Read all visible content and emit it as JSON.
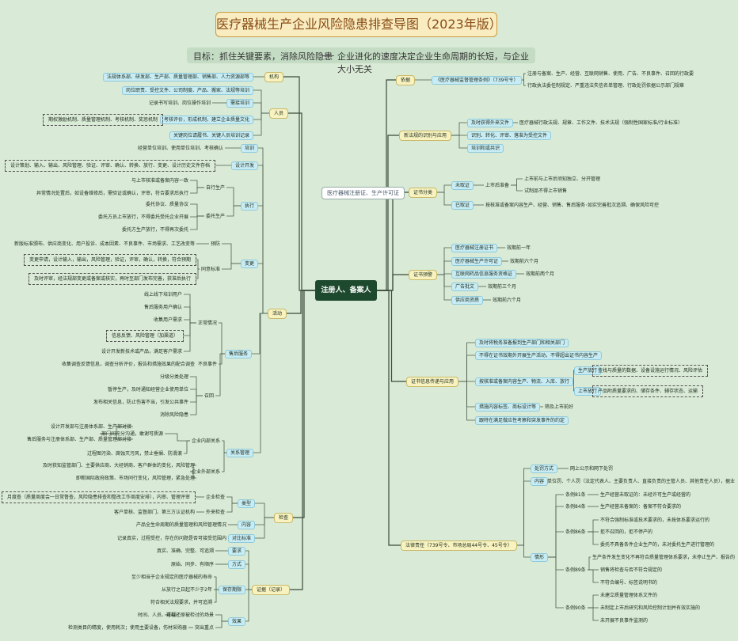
{
  "title": "医疗器械生产企业风险隐患排查导图（2023年版）",
  "goal": {
    "left": "目标：抓住关键要素，消除风险隐患",
    "right": "企业进化的速度决定企业生命周期的长短，与企业大小无关"
  },
  "root": "注册人、备案人",
  "note": "医疗器械注册证、生产许可证",
  "nodes": [
    {
      "id": "r1",
      "text": "依据",
      "type": "p",
      "side": "R",
      "parent": "root"
    },
    {
      "id": "r1a",
      "text": "《医疗器械监督管理条例》（739号令）",
      "type": "s",
      "side": "R",
      "parent": "r1"
    },
    {
      "id": "r1a1",
      "text": "注册与备案、生产、经营、互联网销售、使用、广告、不良事件、召回的行政要",
      "type": "t",
      "side": "R",
      "parent": "r1a"
    },
    {
      "id": "r1a2",
      "text": "行政执法委任制规定、严重违法失信名单管理、行政处罚依据公示部门规章",
      "type": "t",
      "side": "R",
      "parent": "r1a"
    },
    {
      "id": "r2",
      "text": "新法规的识别与应用",
      "type": "p",
      "side": "R",
      "parent": "root"
    },
    {
      "id": "r2a",
      "text": "及时获得外来文件",
      "type": "s",
      "side": "R",
      "parent": "r2"
    },
    {
      "id": "r2a1",
      "text": "医疗器械行政法规、规章、工作文件、技术法规（强制性国家标准/行业标准）",
      "type": "t",
      "side": "R",
      "parent": "r2a"
    },
    {
      "id": "r2b",
      "text": "识别、转化、评审、落准为受控文件",
      "type": "s",
      "side": "R",
      "parent": "r2"
    },
    {
      "id": "r2c",
      "text": "培训和或共识",
      "type": "s",
      "side": "R",
      "parent": "r2"
    },
    {
      "id": "r3",
      "text": "证书分类",
      "type": "p",
      "side": "R",
      "parent": "root"
    },
    {
      "id": "r3a",
      "text": "未取证",
      "type": "s",
      "side": "R",
      "parent": "r3"
    },
    {
      "id": "r3a0",
      "text": "上市后准备",
      "type": "t",
      "side": "R",
      "parent": "r3a"
    },
    {
      "id": "r3a1",
      "text": "上市前与上市后须知独立、分开管理",
      "type": "t",
      "side": "R",
      "parent": "r3a0"
    },
    {
      "id": "r3a2",
      "text": "试制品不得上市销售",
      "type": "t",
      "side": "R",
      "parent": "r3a0"
    },
    {
      "id": "r3b",
      "text": "已取证",
      "type": "s",
      "side": "R",
      "parent": "r3"
    },
    {
      "id": "r3b0",
      "text": "按核准或备案内容生产、经营、销售、售后服务",
      "type": "t",
      "side": "R",
      "parent": "r3b"
    },
    {
      "id": "r3b1",
      "text": "如实完善批次追溯、确保风险可控",
      "type": "t",
      "side": "R",
      "parent": "r3b0"
    },
    {
      "id": "r4",
      "text": "证书预警",
      "type": "p",
      "side": "R",
      "parent": "root"
    },
    {
      "id": "r4a",
      "text": "医疗器械注册证书",
      "type": "s",
      "side": "R",
      "parent": "r4"
    },
    {
      "id": "r4a1",
      "text": "效期前一年",
      "type": "t",
      "side": "R",
      "parent": "r4a"
    },
    {
      "id": "r4b",
      "text": "医疗器械生产许可证",
      "type": "s",
      "side": "R",
      "parent": "r4"
    },
    {
      "id": "r4b1",
      "text": "效期前六个月",
      "type": "t",
      "side": "R",
      "parent": "r4b"
    },
    {
      "id": "r4c",
      "text": "互联网药品信息服务资格证",
      "type": "s",
      "side": "R",
      "parent": "r4"
    },
    {
      "id": "r4c1",
      "text": "效期前两个月",
      "type": "t",
      "side": "R",
      "parent": "r4c"
    },
    {
      "id": "r4d",
      "text": "广告批文",
      "type": "s",
      "side": "R",
      "parent": "r4"
    },
    {
      "id": "r4d1",
      "text": "效期前三个月",
      "type": "t",
      "side": "R",
      "parent": "r4d"
    },
    {
      "id": "r4e",
      "text": "供应商资质",
      "type": "s",
      "side": "R",
      "parent": "r4"
    },
    {
      "id": "r4e1",
      "text": "效期前六个月",
      "type": "t",
      "side": "R",
      "parent": "r4e"
    },
    {
      "id": "r5",
      "text": "证书信息传递与应用",
      "type": "p",
      "side": "R",
      "parent": "root"
    },
    {
      "id": "r5a",
      "text": "及时将税务准备报到生产部门和相关部门",
      "type": "s",
      "side": "R",
      "parent": "r5"
    },
    {
      "id": "r5b",
      "text": "不得在证书效期外开展生产活动，不得超出证书内容生产",
      "type": "s",
      "side": "R",
      "parent": "r5"
    },
    {
      "id": "r5c",
      "text": "按核准或备案内容生产、物流、入库、放行",
      "type": "s",
      "side": "R",
      "parent": "r5"
    },
    {
      "id": "r5c1",
      "text": "生产放行",
      "type": "s",
      "side": "R",
      "parent": "r5c"
    },
    {
      "id": "r5c1a",
      "text": "查找与质量的数据、设备设施运行情况、风险评估",
      "type": "d",
      "side": "R",
      "parent": "r5c1"
    },
    {
      "id": "r5c2",
      "text": "上市放行",
      "type": "s",
      "side": "R",
      "parent": "r5c"
    },
    {
      "id": "r5c2a",
      "text": "产品附质量要求的、储存条件、辅存状态、运输",
      "type": "d",
      "side": "R",
      "parent": "r5c2"
    },
    {
      "id": "r5d",
      "text": "措施内容标签、商标设计等",
      "type": "s",
      "side": "R",
      "parent": "r5"
    },
    {
      "id": "r5d1",
      "text": "筛及上市前好",
      "type": "t",
      "side": "R",
      "parent": "r5d"
    },
    {
      "id": "r5e",
      "text": "跟特在满足做应性考察和突发事件的约定",
      "type": "s",
      "side": "R",
      "parent": "r5"
    },
    {
      "id": "r6",
      "text": "法律责任（739号令、市场总局44号令、45号令）",
      "type": "p",
      "side": "R",
      "parent": "root"
    },
    {
      "id": "r6a",
      "text": "处罚方式",
      "type": "s",
      "side": "R",
      "parent": "r6"
    },
    {
      "id": "r6a1",
      "text": "网上公示和网下处罚",
      "type": "t",
      "side": "R",
      "parent": "r6a"
    },
    {
      "id": "r6b",
      "text": "内容",
      "type": "s",
      "side": "R",
      "parent": "r6"
    },
    {
      "id": "r6b1",
      "text": "单位罚、个人罚（法定代表人、主要负责人、直接负责的主管人员、其他责任人员），据业",
      "type": "t",
      "side": "R",
      "parent": "r6b"
    },
    {
      "id": "r6c",
      "text": "情形",
      "type": "s",
      "side": "R",
      "parent": "r6"
    },
    {
      "id": "r6c1",
      "text": "条例81条",
      "type": "t",
      "side": "R",
      "parent": "r6c"
    },
    {
      "id": "r6c1a",
      "text": "生产经营未取证的：未经许可生产或经营的",
      "type": "t",
      "side": "R",
      "parent": "r6c1"
    },
    {
      "id": "r6c2",
      "text": "条例84条",
      "type": "t",
      "side": "R",
      "parent": "r6c"
    },
    {
      "id": "r6c2a",
      "text": "生产经营未备案的：备案不符合要求的",
      "type": "t",
      "side": "R",
      "parent": "r6c2"
    },
    {
      "id": "r6c3",
      "text": "条例86条",
      "type": "t",
      "side": "R",
      "parent": "r6c"
    },
    {
      "id": "r6c3a",
      "text": "不符合强制标准或技术要求的，未按体系要求运行的",
      "type": "t",
      "side": "R",
      "parent": "r6c3"
    },
    {
      "id": "r6c3b",
      "text": "拒不召回的，拒不停产的",
      "type": "t",
      "side": "R",
      "parent": "r6c3"
    },
    {
      "id": "r6c3c",
      "text": "委托不具备条件企业生产的，未对委托生产进行管理的",
      "type": "t",
      "side": "R",
      "parent": "r6c3"
    },
    {
      "id": "r6c4",
      "text": "条例89条",
      "type": "t",
      "side": "R",
      "parent": "r6c"
    },
    {
      "id": "r6c4a",
      "text": "生产条件发生变化不再符合质量管理体系要求，未停止生产、报告的",
      "type": "t",
      "side": "R",
      "parent": "r6c4"
    },
    {
      "id": "r6c4b",
      "text": "销售将检查与否不符合规定的",
      "type": "t",
      "side": "R",
      "parent": "r6c4"
    },
    {
      "id": "r6c4c",
      "text": "不符合编号、标签说明书的",
      "type": "t",
      "side": "R",
      "parent": "r6c4"
    },
    {
      "id": "r6c5",
      "text": "条例90条",
      "type": "t",
      "side": "R",
      "parent": "r6c"
    },
    {
      "id": "r6c5a",
      "text": "未建立质量管理体系文件的",
      "type": "t",
      "side": "R",
      "parent": "r6c5"
    },
    {
      "id": "r6c5b",
      "text": "未制定上市后研究和风险控制计划并有效实施的",
      "type": "t",
      "side": "R",
      "parent": "r6c5"
    },
    {
      "id": "r6c5c",
      "text": "未开展不良事件监测的",
      "type": "t",
      "side": "R",
      "parent": "r6c5"
    },
    {
      "id": "l1",
      "text": "机构",
      "type": "p",
      "side": "L",
      "parent": "root"
    },
    {
      "id": "l1a",
      "text": "法规体系部、研发部、生产部、质量管理部、销售部、人力资源部等",
      "type": "s",
      "side": "L",
      "parent": "l1"
    },
    {
      "id": "l2",
      "text": "人员",
      "type": "p",
      "side": "L",
      "parent": "root"
    },
    {
      "id": "l2a",
      "text": "岗位职责、受控文件、公司制度、产品、搬家、法规等培训",
      "type": "s",
      "side": "L",
      "parent": "l2"
    },
    {
      "id": "l2b",
      "text": "需接培训",
      "type": "s",
      "side": "L",
      "parent": "l2"
    },
    {
      "id": "l2b1",
      "text": "记录书写培训、岗位操作培训",
      "type": "t",
      "side": "L",
      "parent": "l2b"
    },
    {
      "id": "l2c",
      "text": "考核评价，形成机制，建立企业质量文化",
      "type": "s",
      "side": "L",
      "parent": "l2"
    },
    {
      "id": "l2c1",
      "text": "期权激励机制、质量管理机制、考核机制、奖惩机制",
      "type": "d",
      "side": "L",
      "parent": "l2c"
    },
    {
      "id": "l2d",
      "text": "关键岗位请履书、关键人员培训记录",
      "type": "s",
      "side": "L",
      "parent": "l2"
    },
    {
      "id": "l3",
      "text": "活动",
      "type": "p",
      "side": "L",
      "parent": "root"
    },
    {
      "id": "l3a",
      "text": "培训",
      "type": "s",
      "side": "L",
      "parent": "l3"
    },
    {
      "id": "l3a1",
      "text": "经营单位培训、使用单位培训、考核确认",
      "type": "t",
      "side": "L",
      "parent": "l3a"
    },
    {
      "id": "l3b",
      "text": "设计开发",
      "type": "s",
      "side": "L",
      "parent": "l3"
    },
    {
      "id": "l3b1",
      "text": "设计策划、输入、输出、风险管理、验证、评审、确认、转换、放行、变更、设计历史文件存档",
      "type": "d",
      "side": "L",
      "parent": "l3b"
    },
    {
      "id": "l3c",
      "text": "执行",
      "type": "s",
      "side": "L",
      "parent": "l3"
    },
    {
      "id": "l3c1",
      "text": "自行生产",
      "type": "t",
      "side": "L",
      "parent": "l3c"
    },
    {
      "id": "l3c1a",
      "text": "与上市核准或备案内容一致",
      "type": "t",
      "side": "L",
      "parent": "l3c1"
    },
    {
      "id": "l3c1b",
      "text": "异常情况处置后，如设备维修后，需验证或确认，评审，符合要求后执行",
      "type": "t",
      "side": "L",
      "parent": "l3c1"
    },
    {
      "id": "l3c2",
      "text": "委托生产",
      "type": "t",
      "side": "L",
      "parent": "l3c"
    },
    {
      "id": "l3c2a",
      "text": "委托协议、质量协议",
      "type": "t",
      "side": "L",
      "parent": "l3c2"
    },
    {
      "id": "l3c2b",
      "text": "委托方员上市放行，不得委托受托企业开展",
      "type": "t",
      "side": "L",
      "parent": "l3c2"
    },
    {
      "id": "l3c2c",
      "text": "委托方生产放行，不得再次委托",
      "type": "t",
      "side": "L",
      "parent": "l3c2"
    },
    {
      "id": "l3d",
      "text": "变更",
      "type": "s",
      "side": "L",
      "parent": "l3"
    },
    {
      "id": "l3d1",
      "text": "预防",
      "type": "t",
      "side": "L",
      "parent": "l3d"
    },
    {
      "id": "l3d1a",
      "text": "新版标准颁布、供应商变化、用户投诉、成本因素、不良事件、市场需求、工艺改变等",
      "type": "t",
      "side": "L",
      "parent": "l3d1"
    },
    {
      "id": "l3d2",
      "text": "同意标准",
      "type": "t",
      "side": "L",
      "parent": "l3d"
    },
    {
      "id": "l3d2a",
      "text": "变更申请，设计输入，输出，风险管理，验证，评审，确认，转换，符合预期",
      "type": "d",
      "side": "L",
      "parent": "l3d2"
    },
    {
      "id": "l3d2b",
      "text": "及时评审，经法规部变更或备案或核实，再时至部门发布完善，获准后执行",
      "type": "d",
      "side": "L",
      "parent": "l3d2"
    },
    {
      "id": "l3e",
      "text": "售后服务",
      "type": "s",
      "side": "L",
      "parent": "l3"
    },
    {
      "id": "l3e1",
      "text": "正常情况",
      "type": "t",
      "side": "L",
      "parent": "l3e"
    },
    {
      "id": "l3e1a",
      "text": "线上线下培训用户",
      "type": "t",
      "side": "L",
      "parent": "l3e1"
    },
    {
      "id": "l3e1b",
      "text": "售后服务用户确认",
      "type": "t",
      "side": "L",
      "parent": "l3e1"
    },
    {
      "id": "l3e1c",
      "text": "收集用户需求",
      "type": "t",
      "side": "L",
      "parent": "l3e1"
    },
    {
      "id": "l3e1d",
      "text": "信息反馈、风险管理（加渠道）",
      "type": "d",
      "side": "L",
      "parent": "l3e1"
    },
    {
      "id": "l3e1e",
      "text": "设计开发新技术或产品，满足客户需求",
      "type": "t",
      "side": "L",
      "parent": "l3e1"
    },
    {
      "id": "l3e2",
      "text": "不良事件",
      "type": "t",
      "side": "L",
      "parent": "l3e"
    },
    {
      "id": "l3e2a",
      "text": "收集调查反馈信息，调查分析评价，报告和措施效果的配合调查",
      "type": "t",
      "side": "L",
      "parent": "l3e2"
    },
    {
      "id": "l3e3",
      "text": "召回",
      "type": "t",
      "side": "L",
      "parent": "l3e"
    },
    {
      "id": "l3e3a",
      "text": "分级分类处理",
      "type": "t",
      "side": "L",
      "parent": "l3e3"
    },
    {
      "id": "l3e3b",
      "text": "暂停生产，及时通知经营企业使用单位",
      "type": "t",
      "side": "L",
      "parent": "l3e3"
    },
    {
      "id": "l3e3c",
      "text": "发布相关信息，防止伤害不当，引发公共事件",
      "type": "t",
      "side": "L",
      "parent": "l3e3"
    },
    {
      "id": "l3e3d",
      "text": "消除风险隐患",
      "type": "t",
      "side": "L",
      "parent": "l3e3"
    },
    {
      "id": "l3f",
      "text": "关系管理",
      "type": "s",
      "side": "L",
      "parent": "l3"
    },
    {
      "id": "l3f1",
      "text": "企业内部关系",
      "type": "t",
      "side": "L",
      "parent": "l3f"
    },
    {
      "id": "l3f1a",
      "text": "部门间充分沟通，敢谢可质源",
      "type": "t",
      "side": "L",
      "parent": "l3f1"
    },
    {
      "id": "l3f1a0",
      "text": "设计开发部与注册体系部、生产部对接",
      "type": "t",
      "side": "L",
      "parent": "l3f1a"
    },
    {
      "id": "l3f1a1",
      "text": "售后服务与注册体系部、生产部、质量管理部对接",
      "type": "t",
      "side": "L",
      "parent": "l3f1a"
    },
    {
      "id": "l3f1b",
      "text": "过程图污染、腐蚀灭污风，禁止垂搁、防滑滚",
      "type": "t",
      "side": "L",
      "parent": "l3f1"
    },
    {
      "id": "l3f2",
      "text": "企业外部关系",
      "type": "t",
      "side": "L",
      "parent": "l3f"
    },
    {
      "id": "l3f2a",
      "text": "及时获知监管部门、主要供应商、大经销商、客户群体的变化，风险管理",
      "type": "t",
      "side": "L",
      "parent": "l3f2"
    },
    {
      "id": "l3f2b",
      "text": "即断国际政府政策、市场同行变化，风险管理，紧急处理",
      "type": "t",
      "side": "L",
      "parent": "l3f2"
    },
    {
      "id": "l4",
      "text": "检查",
      "type": "p",
      "side": "L",
      "parent": "root"
    },
    {
      "id": "l4a",
      "text": "类型",
      "type": "s",
      "side": "L",
      "parent": "l4"
    },
    {
      "id": "l4a1",
      "text": "企业检查",
      "type": "t",
      "side": "L",
      "parent": "l4a"
    },
    {
      "id": "l4a1a",
      "text": "月度查（质量周度会一日常督查，风险隐患排查和整改工作周度安排），内审、管理评审",
      "type": "d",
      "side": "L",
      "parent": "l4a1"
    },
    {
      "id": "l4a2",
      "text": "外来检查",
      "type": "t",
      "side": "L",
      "parent": "l4a"
    },
    {
      "id": "l4a2a",
      "text": "客户单核、监督部门、第三方认证机构",
      "type": "t",
      "side": "L",
      "parent": "l4a2"
    },
    {
      "id": "l4b",
      "text": "内容",
      "type": "s",
      "side": "L",
      "parent": "l4"
    },
    {
      "id": "l4b1",
      "text": "产品全生命周期的质量管理和风险管理情况",
      "type": "t",
      "side": "L",
      "parent": "l4b"
    },
    {
      "id": "l4c",
      "text": "对比标准",
      "type": "s",
      "side": "L",
      "parent": "l4"
    },
    {
      "id": "l4c1",
      "text": "记录真实，过程受控，存在的问题是否可接受范围内",
      "type": "t",
      "side": "L",
      "parent": "l4c"
    },
    {
      "id": "l5",
      "text": "证据（记录）",
      "type": "p",
      "side": "L",
      "parent": "root"
    },
    {
      "id": "l5a",
      "text": "要求",
      "type": "s",
      "side": "L",
      "parent": "l5"
    },
    {
      "id": "l5a1",
      "text": "真实、准确、完整、可追溯",
      "type": "t",
      "side": "L",
      "parent": "l5a"
    },
    {
      "id": "l5b",
      "text": "方式",
      "type": "s",
      "side": "L",
      "parent": "l5"
    },
    {
      "id": "l5b1",
      "text": "原始、同步、有顺序",
      "type": "t",
      "side": "L",
      "parent": "l5b"
    },
    {
      "id": "l5c",
      "text": "保存期限",
      "type": "s",
      "side": "L",
      "parent": "l5"
    },
    {
      "id": "l5c1",
      "text": "至少相当于企业规定的医疗器械的寿命",
      "type": "t",
      "side": "L",
      "parent": "l5c"
    },
    {
      "id": "l5c2",
      "text": "从放行之日起不少于2年",
      "type": "t",
      "side": "L",
      "parent": "l5c"
    },
    {
      "id": "l5c3",
      "text": "符合相关法规要求，并可追溯",
      "type": "t",
      "side": "L",
      "parent": "l5c"
    },
    {
      "id": "l5d",
      "text": "效果",
      "type": "s",
      "side": "L",
      "parent": "l5"
    },
    {
      "id": "l5d1",
      "text": "可以还原被检讨的场景",
      "type": "t",
      "side": "L",
      "parent": "l5d"
    },
    {
      "id": "l5d1a",
      "text": "时间、人员、过程",
      "type": "t",
      "side": "L",
      "parent": "l5d1"
    },
    {
      "id": "l5d2",
      "text": "突出重点",
      "type": "t",
      "side": "L",
      "parent": "l5d"
    },
    {
      "id": "l5d2a",
      "text": "检测类目的精度，使用耗次；使用主要设备，伤材采购器",
      "type": "t",
      "side": "L",
      "parent": "l5d2"
    }
  ]
}
